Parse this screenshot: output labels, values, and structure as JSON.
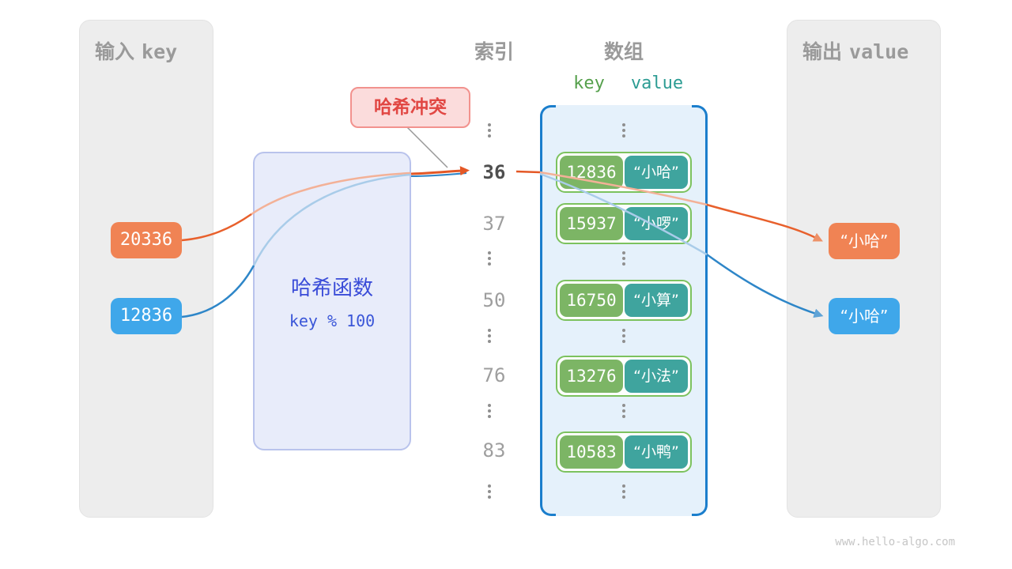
{
  "page": {
    "watermark": "www.hello-algo.com"
  },
  "left_panel": {
    "title_cjk": "输入",
    "title_latin": "key",
    "items": [
      {
        "value": "20336"
      },
      {
        "value": "12836"
      }
    ]
  },
  "hash_box": {
    "title": "哈希函数",
    "formula": "key % 100"
  },
  "collision_label": {
    "text": "哈希冲突"
  },
  "index_column": {
    "title": "索引",
    "items": [
      {
        "value": "36",
        "highlight": true
      },
      {
        "value": "37"
      },
      {
        "value": "50"
      },
      {
        "value": "76"
      },
      {
        "value": "83"
      }
    ]
  },
  "array_panel": {
    "title": "数组",
    "key_header": "key",
    "value_header": "value",
    "rows": [
      {
        "key": "12836",
        "value": "“小哈”"
      },
      {
        "key": "15937",
        "value": "“小啰”"
      },
      {
        "key": "16750",
        "value": "“小算”"
      },
      {
        "key": "13276",
        "value": "“小法”"
      },
      {
        "key": "10583",
        "value": "“小鸭”"
      }
    ]
  },
  "right_panel": {
    "title_cjk": "输出",
    "title_latin": "value",
    "items": [
      {
        "value": "“小哈”"
      },
      {
        "value": "“小哈”"
      }
    ]
  },
  "colors": {
    "orange_box": "#f08354",
    "blue_box": "#3fa7ea",
    "key_green": "#7cb565",
    "value_teal": "#3fa49e",
    "pair_border": "#7cc25e",
    "array_border": "#1b7ecc",
    "hash_text": "#3a4cd8",
    "collision_red": "#e14743",
    "orange_line": "#e45826",
    "blue_line": "#2e86c8"
  }
}
